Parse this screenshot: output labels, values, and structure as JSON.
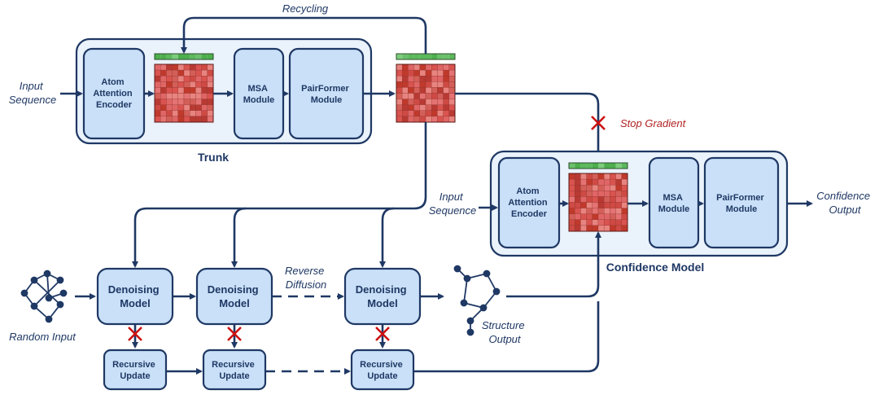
{
  "labels": {
    "recycling": "Recycling",
    "input_sequence_1": "Input",
    "input_sequence_2": "Sequence",
    "atom_encoder": [
      "Atom",
      "Attention",
      "Encoder"
    ],
    "msa_module": [
      "MSA",
      "Module"
    ],
    "pairformer": [
      "PairFormer",
      "Module"
    ],
    "trunk": "Trunk",
    "stop_gradient": "Stop Gradient",
    "confidence_model": "Confidence Model",
    "confidence_output": [
      "Confidence",
      "Output"
    ],
    "input_sequence_conf": [
      "Input",
      "Sequence"
    ],
    "denoising": [
      "Denoising",
      "Model"
    ],
    "reverse_diffusion": [
      "Reverse",
      "Diffusion"
    ],
    "structure_output": [
      "Structure",
      "Output"
    ],
    "random_input": "Random Input",
    "recursive_update": [
      "Recursive",
      "Update"
    ]
  },
  "colors": {
    "node_fill": "#c9e0f8",
    "outline": "#1f3864",
    "stop_mark": "#cc1111",
    "matrix_red": "#d9534f",
    "matrix_green": "#5cb85c"
  }
}
